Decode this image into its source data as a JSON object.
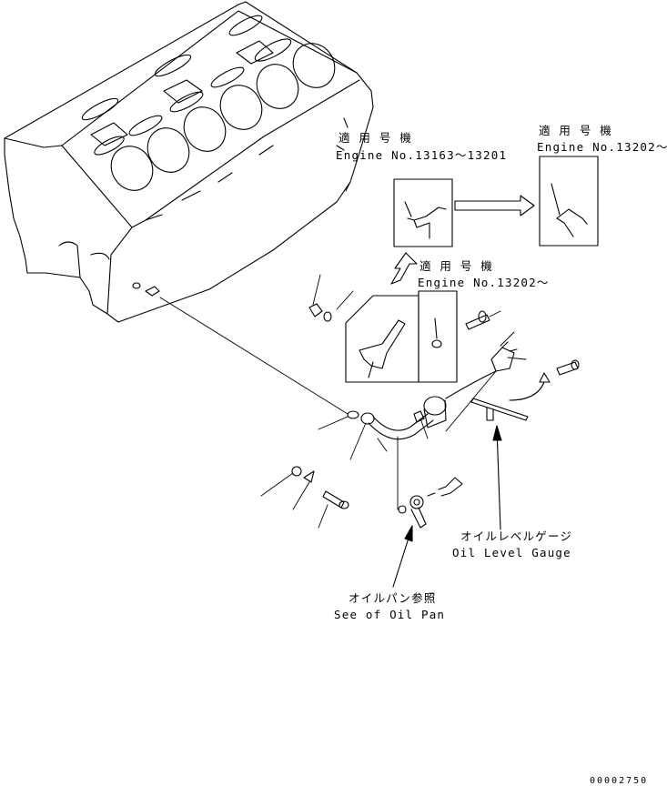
{
  "callouts": {
    "serial_a": {
      "jp": "適 用 号 機",
      "en": "Engine No.13163～13201"
    },
    "serial_b": {
      "jp": "適 用 号 機",
      "en": "Engine No.13202～"
    },
    "serial_c": {
      "jp": "適 用 号 機",
      "en": "Engine No.13202～"
    },
    "oil_level_gauge": {
      "jp": "オイルレベルゲージ",
      "en": "Oil Level Gauge"
    },
    "oil_pan": {
      "jp": "オイルパン参照",
      "en": "See of Oil Pan"
    }
  },
  "drawing_number": "00002750"
}
